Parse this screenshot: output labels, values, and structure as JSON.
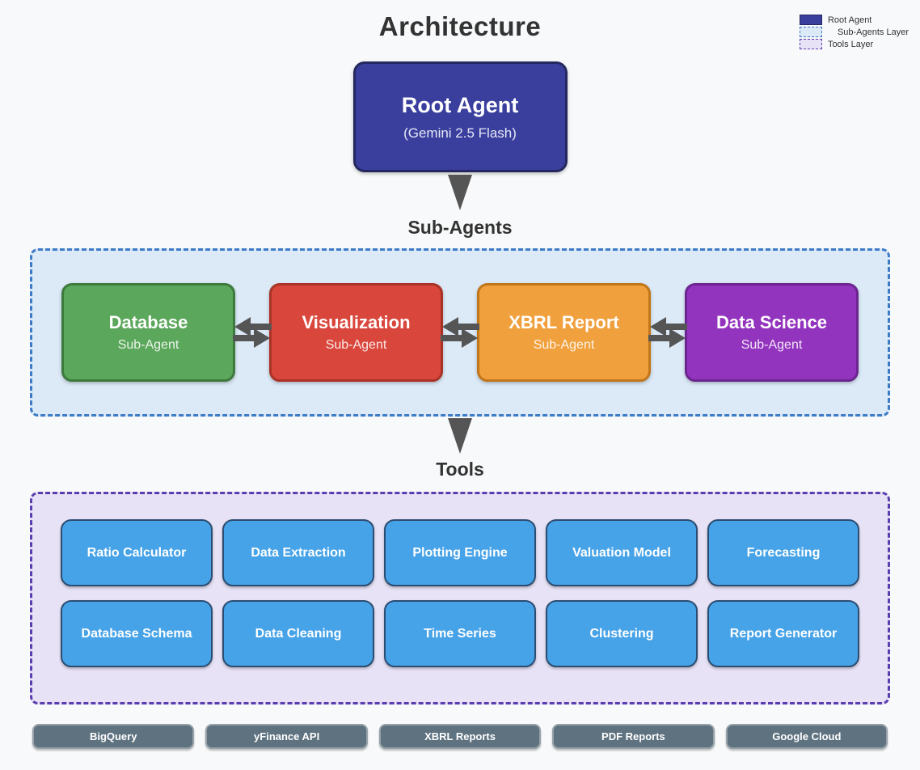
{
  "page": {
    "title": "Architecture"
  },
  "legend": {
    "items": [
      {
        "label": "Root Agent",
        "swatch": "root-agent",
        "fill": "#3A3F9E",
        "border": "#24285F"
      },
      {
        "label": "Sub-Agents Layer",
        "swatch": "subagents",
        "fill": "#DCEAF8",
        "border": "#3E7BC7"
      },
      {
        "label": "Tools Layer",
        "swatch": "tools",
        "fill": "#E7E2F5",
        "border": "#5A3DB0"
      }
    ]
  },
  "root_agent": {
    "title": "Root Agent",
    "subtitle": "(Gemini 2.5 Flash)",
    "fill": "#3A3F9E",
    "border": "#24285F"
  },
  "sub_agents": {
    "heading": "Sub-Agents",
    "items": [
      {
        "title": "Database",
        "subtitle": "Sub-Agent",
        "fill": "#5BA75B",
        "border": "#3D7A3D"
      },
      {
        "title": "Visualization",
        "subtitle": "Sub-Agent",
        "fill": "#D9473C",
        "border": "#A93327"
      },
      {
        "title": "XBRL Report",
        "subtitle": "Sub-Agent",
        "fill": "#F0A03C",
        "border": "#C1761A"
      },
      {
        "title": "Data Science",
        "subtitle": "Sub-Agent",
        "fill": "#9334BE",
        "border": "#6B2490"
      }
    ]
  },
  "tools": {
    "heading": "Tools",
    "fill": "#47A3E8",
    "border": "#2C4D72",
    "rows": [
      [
        "Ratio Calculator",
        "Data Extraction",
        "Plotting Engine",
        "Valuation Model",
        "Forecasting"
      ],
      [
        "Database Schema",
        "Data Cleaning",
        "Time Series",
        "Clustering",
        "Report Generator"
      ]
    ]
  },
  "external": {
    "items": [
      "BigQuery",
      "yFinance API",
      "XBRL Reports",
      "PDF Reports",
      "Google Cloud"
    ],
    "fill": "#5E7280",
    "border": "#96A1A9"
  },
  "colors": {
    "page_background": "#f8f9fa",
    "arrow": "#555555",
    "heading_text": "#333333",
    "subagents_layer_bg": "#DCEAF8",
    "subagents_layer_border": "#3E7BC7",
    "tools_layer_bg": "#E7E2F5",
    "tools_layer_border": "#5A3DB0"
  }
}
